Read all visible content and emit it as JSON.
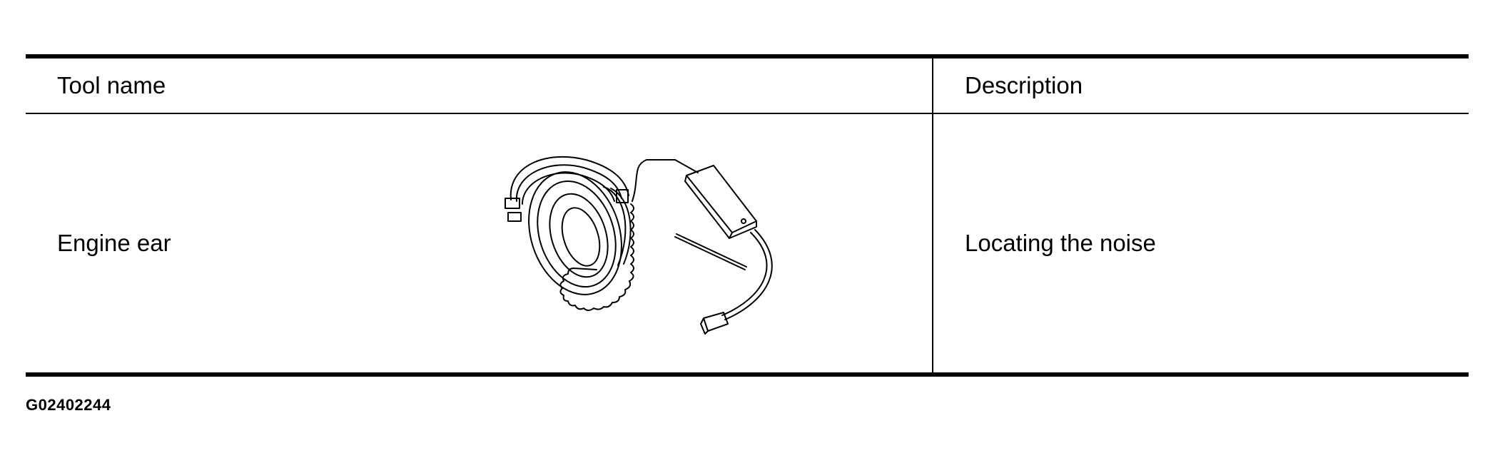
{
  "table": {
    "headers": {
      "tool_name": "Tool name",
      "description": "Description"
    },
    "rows": [
      {
        "tool_name": "Engine ear",
        "description": "Locating the noise",
        "image_icon": "headphones-stethoscope-illustration"
      }
    ]
  },
  "figure_id": "G02402244"
}
